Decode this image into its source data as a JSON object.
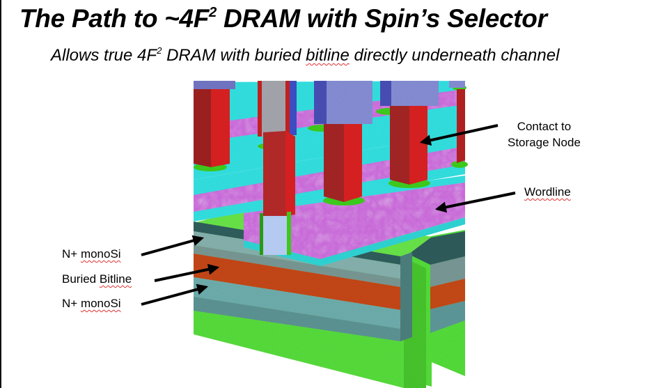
{
  "slide": {
    "title_prefix": "The Path to ~4F",
    "title_sup": "2",
    "title_suffix": " DRAM with Spin’s Selector",
    "subtitle_prefix": "Allows true 4F",
    "subtitle_sup": "2",
    "subtitle_mid": " DRAM with buried ",
    "subtitle_squiggle": "bitline",
    "subtitle_suffix": " directly underneath channel"
  },
  "labels": {
    "contact_line1": "Contact to",
    "contact_line2": "Storage Node",
    "wordline": "Wordline",
    "nplus_top_a": "N+ ",
    "nplus_top_b": "monoSi",
    "buried_a": "Buried ",
    "buried_b": "Bitline",
    "nplus_bottom_a": "N+ ",
    "nplus_bottom_b": "monoSi"
  },
  "diagram": {
    "description": "3D cross-section of 4F2 DRAM cell array with buried bitline under vertical channel",
    "layers": [
      {
        "name": "Contact to Storage Node",
        "color": "#d42020"
      },
      {
        "name": "Wordline",
        "color": "#c060d0"
      },
      {
        "name": "Wordline dielectric",
        "color": "#30e0e0"
      },
      {
        "name": "N+ monoSi",
        "color": "#6aa8a8"
      },
      {
        "name": "Buried Bitline",
        "color": "#c84010"
      },
      {
        "name": "Substrate",
        "color": "#50e030"
      },
      {
        "name": "Capacitor cap",
        "color": "#7a80d0"
      },
      {
        "name": "Channel",
        "color": "#b0c8f0"
      },
      {
        "name": "Spacer ring",
        "color": "#40c020"
      }
    ]
  }
}
